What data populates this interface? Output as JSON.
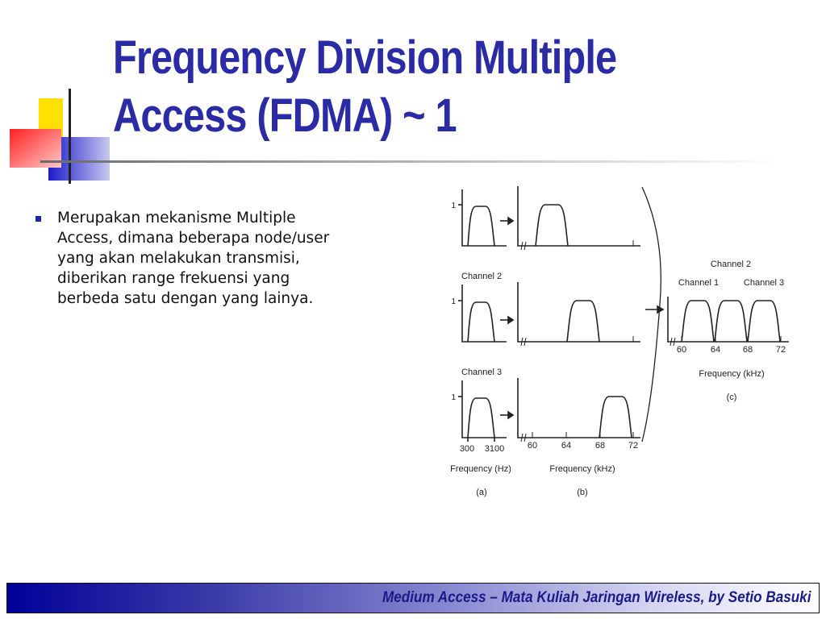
{
  "title": {
    "line1": "Frequency Division Multiple",
    "line2": "Access (FDMA)  ~ 1"
  },
  "bullets": [
    {
      "lines": [
        "Merupakan mekanisme Multiple",
        "Access, dimana beberapa node/user",
        "yang akan melakukan transmisi,",
        "diberikan range frekuensi yang",
        "berbeda satu dengan yang lainya."
      ]
    }
  ],
  "figure": {
    "panel_a": {
      "channel_labels": [
        "Channel 2",
        "Channel 3"
      ],
      "amplitude_tick": "1",
      "ticks": [
        "300",
        "3100"
      ],
      "axis_label": "Frequency (Hz)",
      "caption": "(a)"
    },
    "panel_b": {
      "ticks": [
        "60",
        "64",
        "68",
        "72"
      ],
      "axis_label": "Frequency (kHz)",
      "caption": "(b)"
    },
    "panel_c": {
      "channel_labels": [
        "Channel 2",
        "Channel 1",
        "Channel 3"
      ],
      "ticks": [
        "60",
        "64",
        "68",
        "72"
      ],
      "axis_label": "Frequency (kHz)",
      "caption": "(c)"
    }
  },
  "footer": {
    "text": "Medium Access – Mata Kuliah Jaringan Wireless, by Setio Basuki"
  },
  "colors": {
    "title": "#2b2ba6",
    "accent_blue": "#2222cc",
    "accent_yellow": "#ffe000",
    "accent_red": "#ff3333",
    "footer_start": "#000099"
  }
}
